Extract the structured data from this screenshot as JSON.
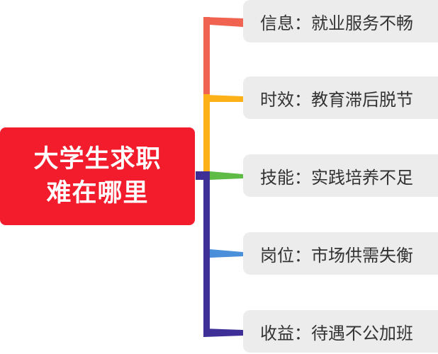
{
  "root": {
    "line1": "大学生求职",
    "line2": "难在哪里",
    "color": "#f31c2d"
  },
  "branches": [
    {
      "label": "信息：就业服务不畅",
      "color": "#f06350"
    },
    {
      "label": "时效：教育滞后脱节",
      "color": "#fbb117"
    },
    {
      "label": "技能：实践培养不足",
      "color": "#5dbb46"
    },
    {
      "label": "岗位：市场供需失衡",
      "color": "#4a8fd9"
    },
    {
      "label": "收益：待遇不公加班",
      "color": "#3d2f95"
    }
  ]
}
